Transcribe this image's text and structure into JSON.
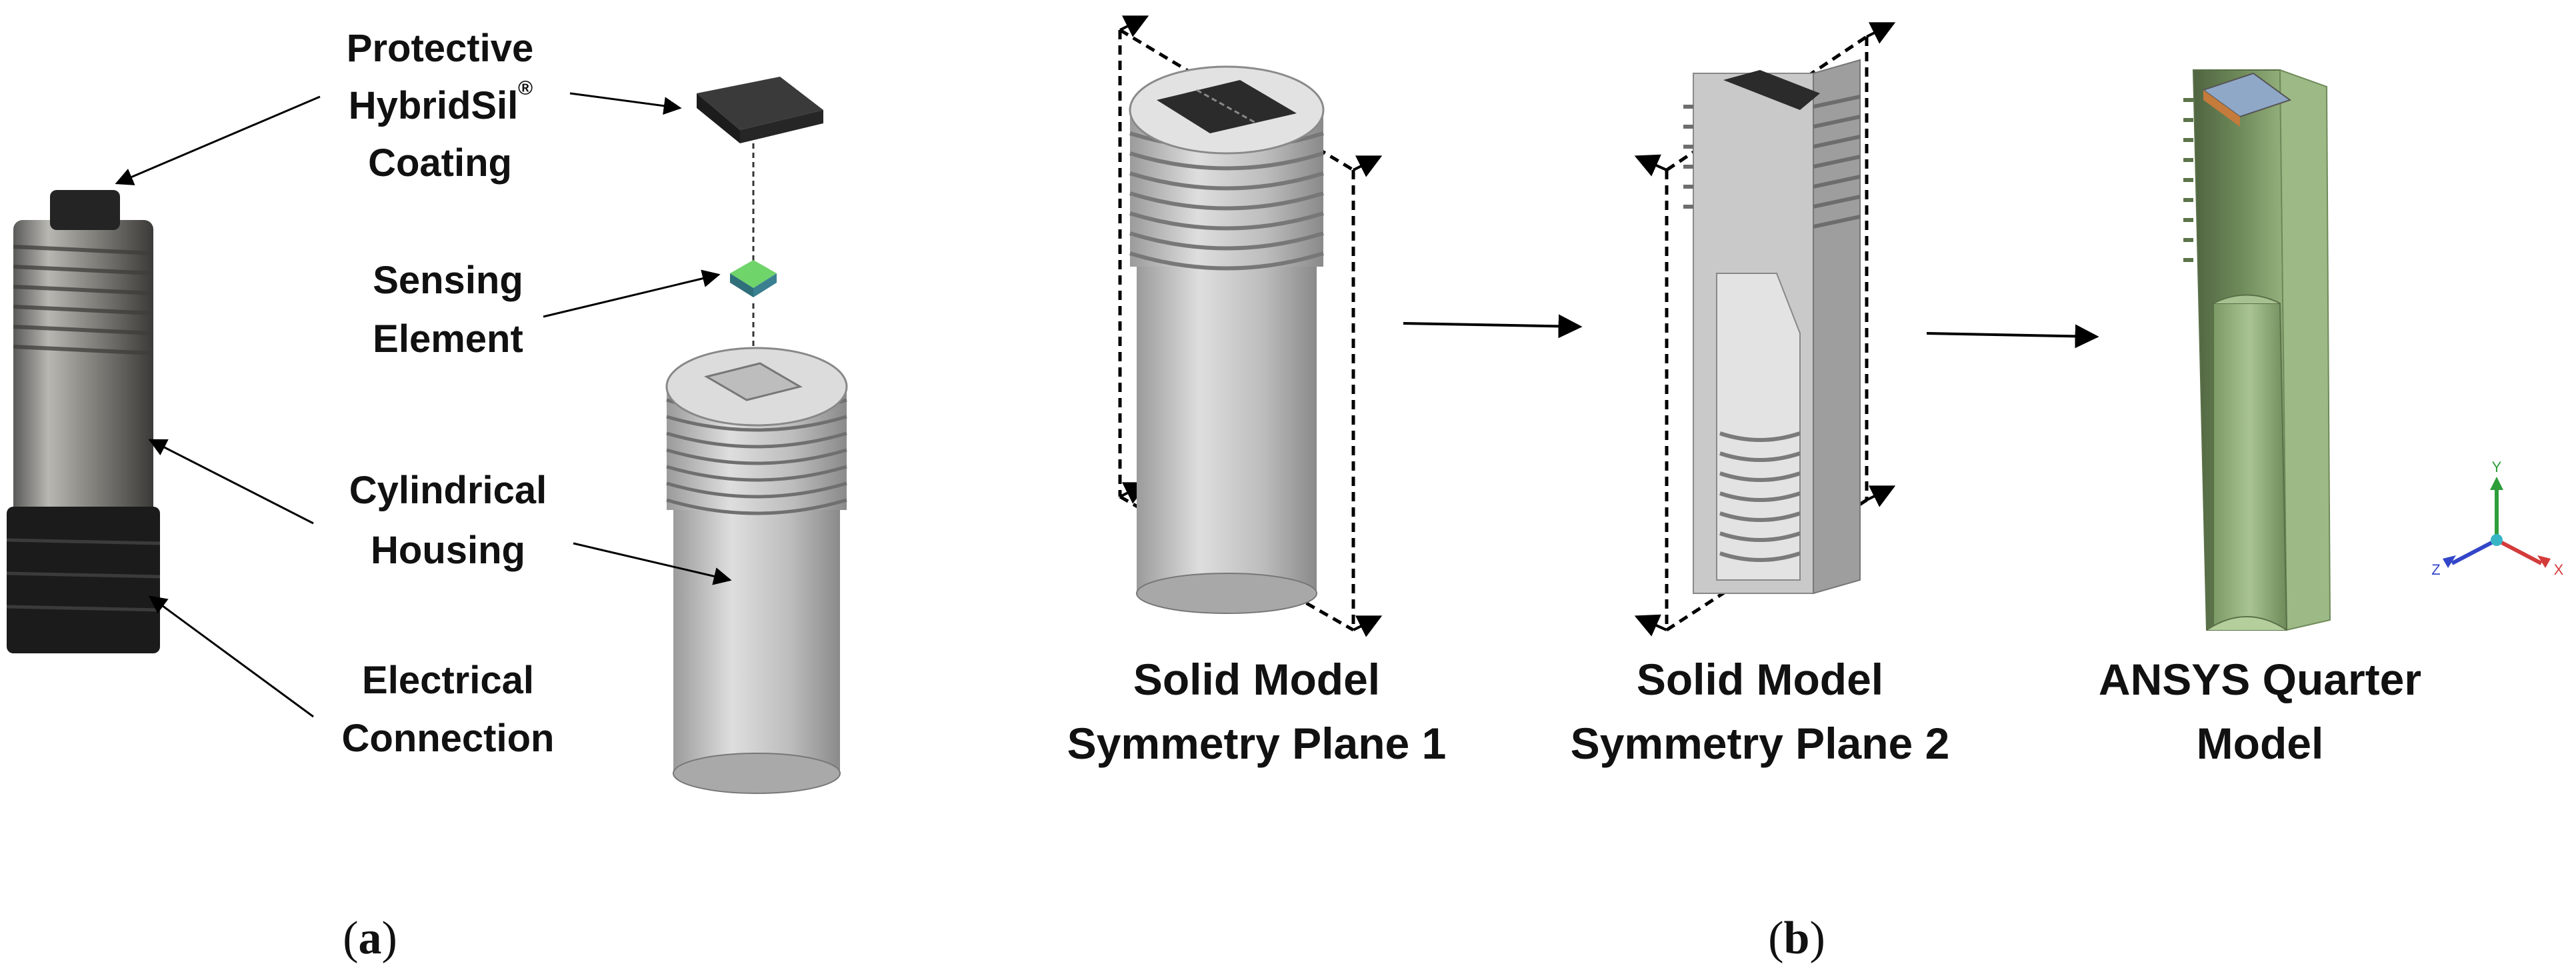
{
  "panel_a": {
    "labels": {
      "coating_line1": "Protective",
      "coating_line2": "HybridSil",
      "coating_reg": "®",
      "coating_line3": "Coating",
      "sensing_line1": "Sensing",
      "sensing_line2": "Element",
      "housing_line1": "Cylindrical",
      "housing_line2": "Housing",
      "electrical_line1": "Electrical",
      "electrical_line2": "Connection"
    },
    "caption": {
      "open": "(",
      "letter": "a",
      "close": ")"
    }
  },
  "panel_b": {
    "models": [
      {
        "line1": "Solid Model",
        "line2": "Symmetry Plane 1"
      },
      {
        "line1": "Solid Model",
        "line2": "Symmetry Plane 2"
      },
      {
        "line1": "ANSYS Quarter",
        "line2": "Model"
      }
    ],
    "caption": {
      "open": "(",
      "letter": "b",
      "close": ")"
    },
    "axis_triad": {
      "y": "Y",
      "x": "X",
      "z": "Z"
    }
  },
  "colors": {
    "coating": "#2a2a2a",
    "sensing_element": "#58c45a",
    "housing_gray": "#c4c4c4",
    "ansys_green": "#8fae78",
    "axis_y": "#2e9e3a",
    "axis_x": "#d43b3b",
    "axis_z": "#3346c8"
  }
}
